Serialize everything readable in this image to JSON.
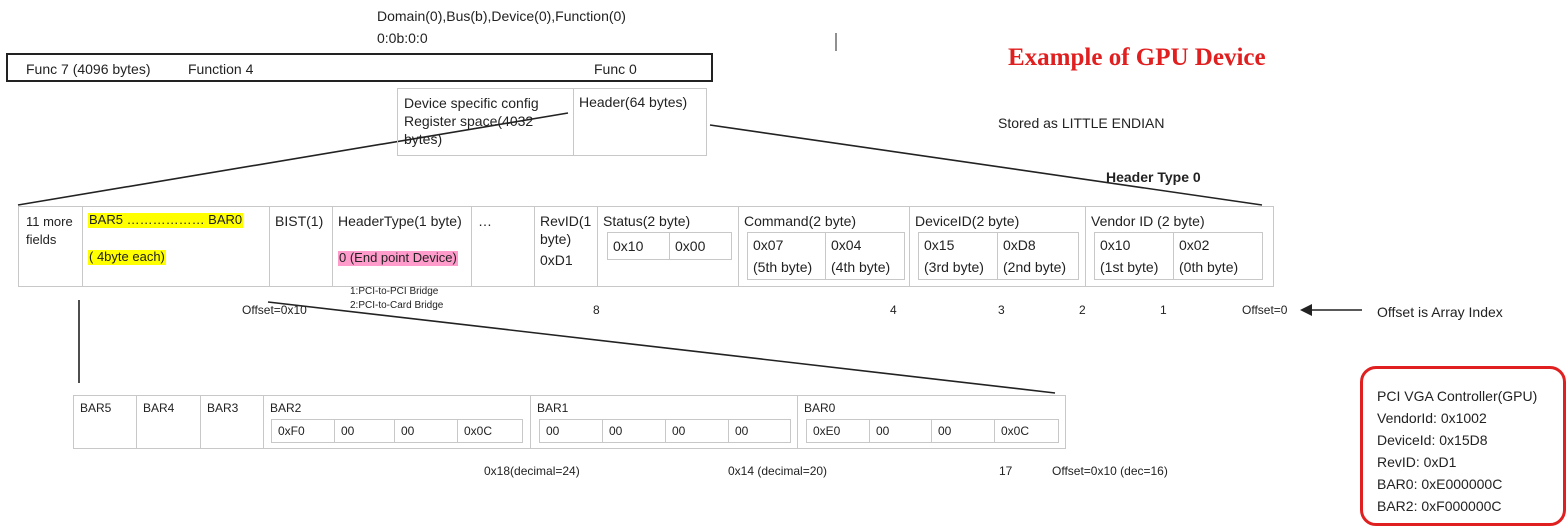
{
  "header": {
    "domain_line": "Domain(0),Bus(b),Device(0),Function(0)",
    "bdf": "0:0b:0:0",
    "title": "Example of GPU Device",
    "title_color": "#e02020"
  },
  "func_bar": {
    "func7": "Func 7 (4096 bytes)",
    "function4": "Function 4",
    "func0": "Func 0"
  },
  "config_space": {
    "device_specific": "Device specific config Register space(4032 bytes)",
    "header": "Header(64 bytes)"
  },
  "endian_note": "Stored as LITTLE ENDIAN",
  "header_type_title": "Header Type 0",
  "header_row": {
    "more_fields": "11 more fields",
    "bars": "BAR5 ……………… BAR0",
    "bars_note": "( 4byte each)",
    "bist": "BIST(1)",
    "header_type_label": "HeaderType(1 byte)",
    "header_type_value": "0 (End point Device)",
    "ellipsis": "…",
    "revid_label": "RevID(1 byte)",
    "revid_value": "0xD1",
    "status_label": "Status(2 byte)",
    "status_values": [
      "0x10",
      "0x00"
    ],
    "command_label": "Command(2 byte)",
    "command_values": [
      {
        "v": "0x07",
        "n": "(5th byte)"
      },
      {
        "v": "0x04",
        "n": "(4th byte)"
      }
    ],
    "deviceid_label": "DeviceID(2 byte)",
    "deviceid_values": [
      {
        "v": "0x15",
        "n": "(3rd byte)"
      },
      {
        "v": "0xD8",
        "n": "(2nd byte)"
      }
    ],
    "vendor_label": "Vendor ID (2 byte)",
    "vendor_values": [
      {
        "v": "0x10",
        "n": "(1st byte)"
      },
      {
        "v": "0x02",
        "n": "(0th byte)"
      }
    ]
  },
  "bridge_notes": [
    "1:PCI-to-PCI Bridge",
    "2:PCI-to-Card Bridge"
  ],
  "offsets_row": {
    "offset_10": "Offset=0x10",
    "o8": "8",
    "o4": "4",
    "o3": "3",
    "o2": "2",
    "o1": "1",
    "offset_0": "Offset=0",
    "array_index_note": "Offset is Array Index"
  },
  "bar_row": {
    "bar5": "BAR5",
    "bar4": "BAR4",
    "bar3": "BAR3",
    "bar2": "BAR2",
    "bar2_bytes": [
      "0xF0",
      "00",
      "00",
      "0x0C"
    ],
    "bar1": "BAR1",
    "bar1_bytes": [
      "00",
      "00",
      "00",
      "00"
    ],
    "bar0": "BAR0",
    "bar0_bytes": [
      "0xE0",
      "00",
      "00",
      "0x0C"
    ]
  },
  "bar_offsets": {
    "o18": "0x18(decimal=24)",
    "o14": "0x14 (decimal=20)",
    "o17": "17",
    "o10": "Offset=0x10 (dec=16)"
  },
  "summary": {
    "title": "PCI VGA Controller(GPU)",
    "lines": [
      "VendorId: 0x1002",
      "DeviceId: 0x15D8",
      "RevID: 0xD1",
      "BAR0: 0xE000000C",
      "BAR2: 0xF000000C"
    ],
    "border_color": "#e02020"
  }
}
